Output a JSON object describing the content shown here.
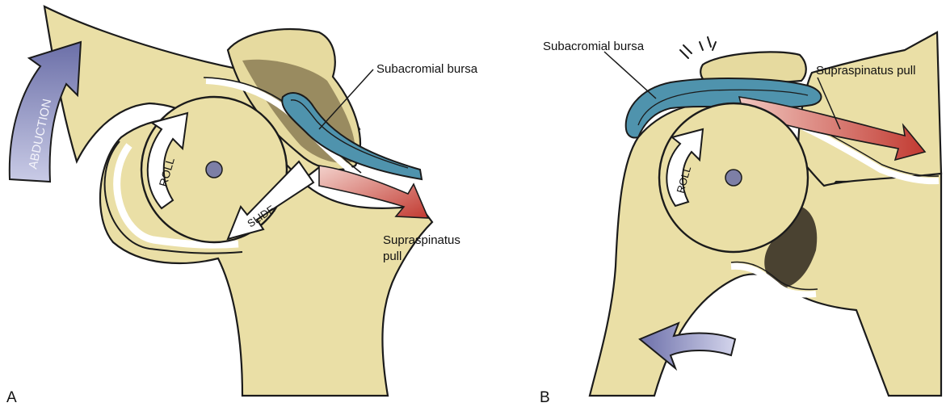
{
  "panels": {
    "a": {
      "letter": "A",
      "bursa_label": "Subacromial bursa",
      "pull_label_line1": "Supraspinatus",
      "pull_label_line2": "pull",
      "motion_label": "ABDUCTION",
      "roll_label": "ROLL",
      "slide_label": "SLIDE"
    },
    "b": {
      "letter": "B",
      "bursa_label": "Subacromial bursa",
      "pull_label": "Supraspinatus pull",
      "roll_label": "ROLL"
    }
  },
  "colors": {
    "bone": "#eadfa6",
    "acromion_shadow": "#8b7c55",
    "bursa_blue": "#4f93ad",
    "muscle_red": "#c53b33",
    "arrow_blue": "#7d80b4",
    "ink": "#1b1b1b"
  }
}
